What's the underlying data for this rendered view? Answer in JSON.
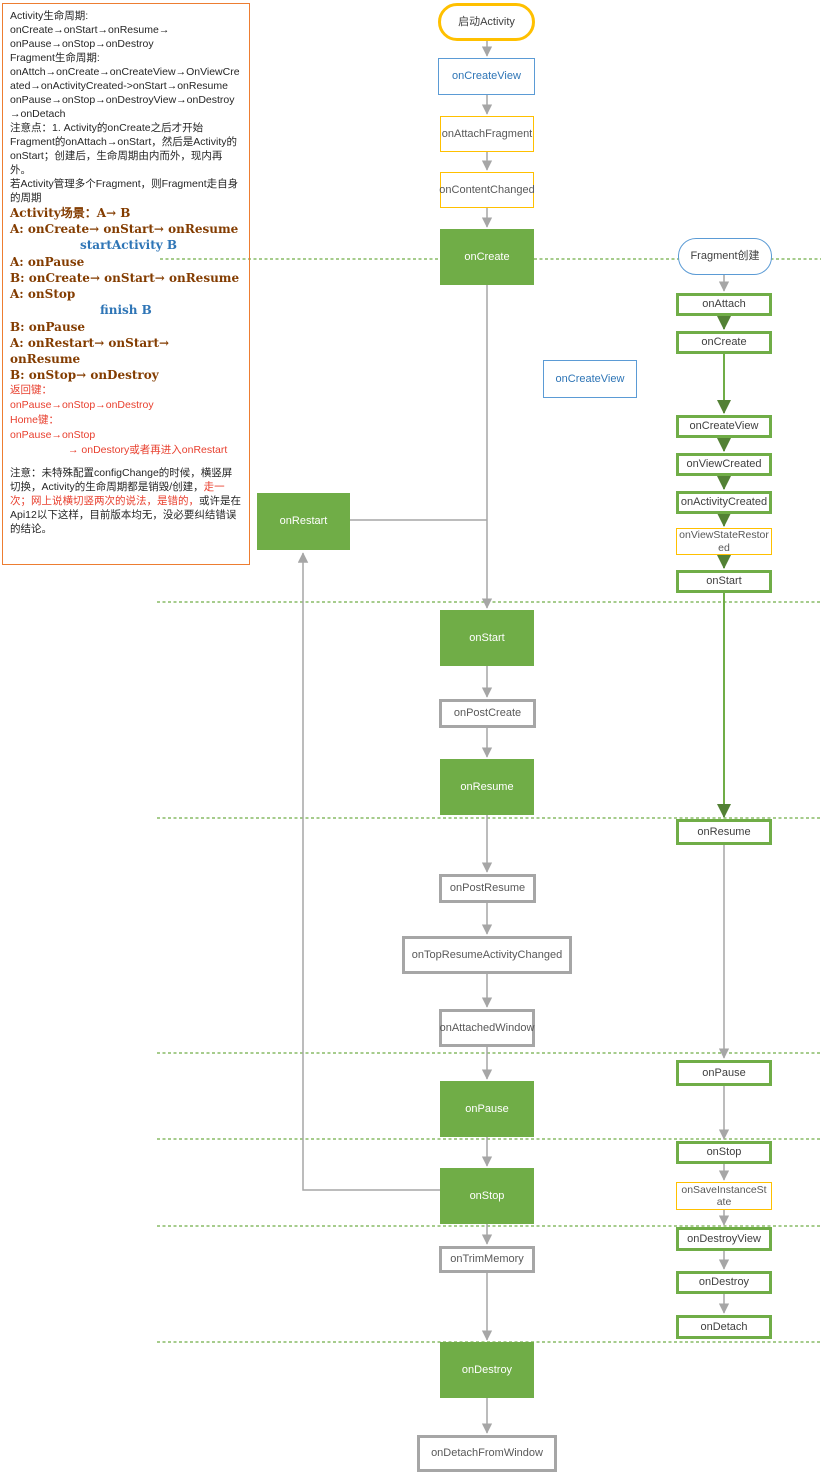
{
  "notes": {
    "l01": "Activity生命周期:",
    "l02": "onCreate→onStart→onResume→",
    "l03": "onPause→onStop→onDestroy",
    "l04": "Fragment生命周期:",
    "l05": "onAttch→onCreate→onCreateView→OnViewCreated→onActivityCreated->onStart→onResume",
    "l06": "onPause→onStop→onDestroyView→onDestroy→onDetach",
    "l07": "注意点：1. Activity的onCreate之后才开始Fragment的onAttach→onStart，然后是Activity的onStart；创建后，生命周期由内而外，现内再外。",
    "l08": "若Activity管理多个Fragment，则Fragment走自身的周期",
    "l09": "Activity场景：A→ B",
    "l10": "A: onCreate→ onStart→ onResume",
    "l11": "startActivity B",
    "l12": "A: onPause",
    "l13": "B: onCreate→ onStart→ onResume",
    "l14": "A: onStop",
    "l15": "finish B",
    "l16": "B: onPause",
    "l17": "A: onRestart→ onStart→ onResume",
    "l18": "B: onStop→ onDestroy",
    "l19": "返回键：",
    "l20": "onPause→onStop→onDestroy",
    "l21": "Home键：",
    "l22": "onPause→onStop",
    "l23": "→ onDestory或者再进入onRestart",
    "l24a": "注意：未特殊配置configChange的时候，横竖屏切换，Activity的生命周期都是销毁/创建，",
    "l24b": "走一次；网上说横切竖两次的说法，是错的，",
    "l24c": "或许是在Api12以下这样，目前版本均无，没必要纠结错误的结论。"
  },
  "activity_nodes": {
    "start": "启动Activity",
    "on_create_view": "onCreateView",
    "on_attach_fragment": "onAttachFragment",
    "on_content_changed": "onContentChanged",
    "on_create": "onCreate",
    "on_restart": "onRestart",
    "on_start": "onStart",
    "on_post_create": "onPostCreate",
    "on_resume": "onResume",
    "on_post_resume": "onPostResume",
    "on_top_resume": "onTopResumeActivityChanged",
    "on_attached_window": "onAttachedWindow",
    "on_pause": "onPause",
    "on_stop": "onStop",
    "on_trim_memory": "onTrimMemory",
    "on_destroy": "onDestroy",
    "on_detach_from_window": "onDetachFromWindow",
    "on_create_view_floating": "onCreateView"
  },
  "fragment_nodes": {
    "start": "Fragment创建",
    "on_attach": "onAttach",
    "on_create": "onCreate",
    "on_create_view": "onCreateView",
    "on_view_created": "onViewCreated",
    "on_activity_created": "onActivityCreated",
    "on_view_state_restored": "onViewStateRestored",
    "on_start": "onStart",
    "on_resume": "onResume",
    "on_pause": "onPause",
    "on_stop": "onStop",
    "on_save_instance_state": "onSaveInstanceState",
    "on_destroy_view": "onDestroyView",
    "on_destroy": "onDestroy",
    "on_detach": "onDetach"
  },
  "colors": {
    "green": "#70AD47",
    "gold": "#FFC000",
    "blue": "#5B9BD5",
    "gray": "#A6A6A6",
    "notes_border_orange": "#ED7D31",
    "brown_text": "#833C00",
    "blue_text": "#2E75B6",
    "red_text": "#E8402F"
  }
}
